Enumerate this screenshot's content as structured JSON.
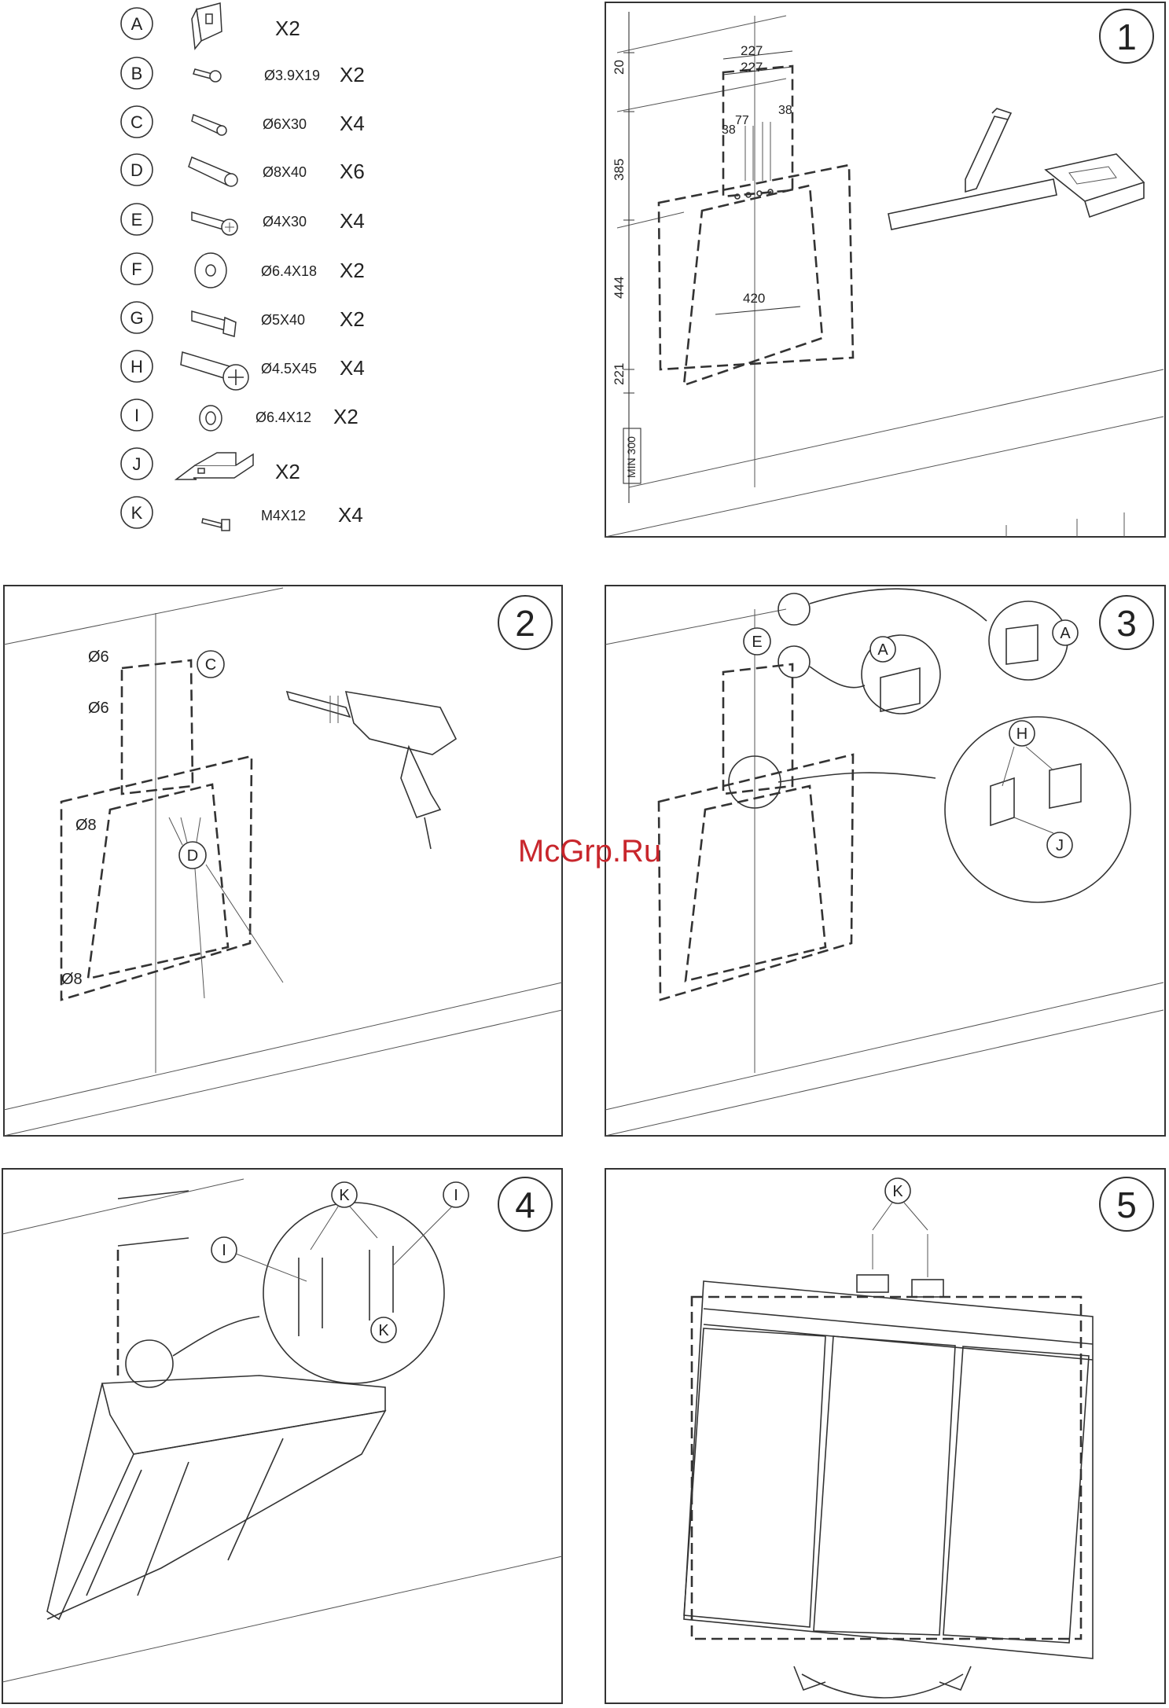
{
  "parts": [
    {
      "letter": "A",
      "size": "",
      "qty": "X2",
      "icon": "wall-bracket-icon"
    },
    {
      "letter": "B",
      "size": "Ø3.9X19",
      "qty": "X2",
      "icon": "short-screw-icon"
    },
    {
      "letter": "C",
      "size": "Ø6X30",
      "qty": "X4",
      "icon": "wall-plug-small-icon"
    },
    {
      "letter": "D",
      "size": "Ø8X40",
      "qty": "X6",
      "icon": "wall-plug-large-icon"
    },
    {
      "letter": "E",
      "size": "Ø4X30",
      "qty": "X4",
      "icon": "wood-screw-icon"
    },
    {
      "letter": "F",
      "size": "Ø6.4X18",
      "qty": "X2",
      "icon": "large-washer-icon"
    },
    {
      "letter": "G",
      "size": "Ø5X40",
      "qty": "X2",
      "icon": "hex-bolt-icon"
    },
    {
      "letter": "H",
      "size": "Ø4.5X45",
      "qty": "X4",
      "icon": "cross-head-screw-icon"
    },
    {
      "letter": "I",
      "size": "Ø6.4X12",
      "qty": "X2",
      "icon": "small-washer-icon"
    },
    {
      "letter": "J",
      "size": "",
      "qty": "X2",
      "icon": "mounting-plate-icon"
    },
    {
      "letter": "K",
      "size": "M4X12",
      "qty": "X4",
      "icon": "machine-screw-icon"
    }
  ],
  "steps": {
    "s1": {
      "number": "1",
      "dims": {
        "d227a": "227",
        "d227b": "227",
        "d20": "20",
        "d385": "385",
        "d444": "444",
        "d221": "221",
        "d77": "77",
        "d38a": "38",
        "d38b": "38",
        "d420": "420",
        "min": "MIN 300"
      }
    },
    "s2": {
      "number": "2",
      "labels": {
        "h1": "Ø6",
        "h2": "Ø6",
        "h3": "Ø8",
        "h4": "Ø8",
        "c": "C",
        "d": "D"
      }
    },
    "s3": {
      "number": "3",
      "labels": {
        "e": "E",
        "a1": "A",
        "a2": "A",
        "h": "H",
        "j": "J"
      }
    },
    "s4": {
      "number": "4",
      "labels": {
        "k1": "K",
        "k2": "K",
        "i1": "I",
        "i2": "I"
      }
    },
    "s5": {
      "number": "5",
      "labels": {
        "k": "K"
      }
    }
  },
  "watermark": "McGrp.Ru",
  "colors": {
    "watermark": "#c8262c",
    "lines": "#333333"
  }
}
